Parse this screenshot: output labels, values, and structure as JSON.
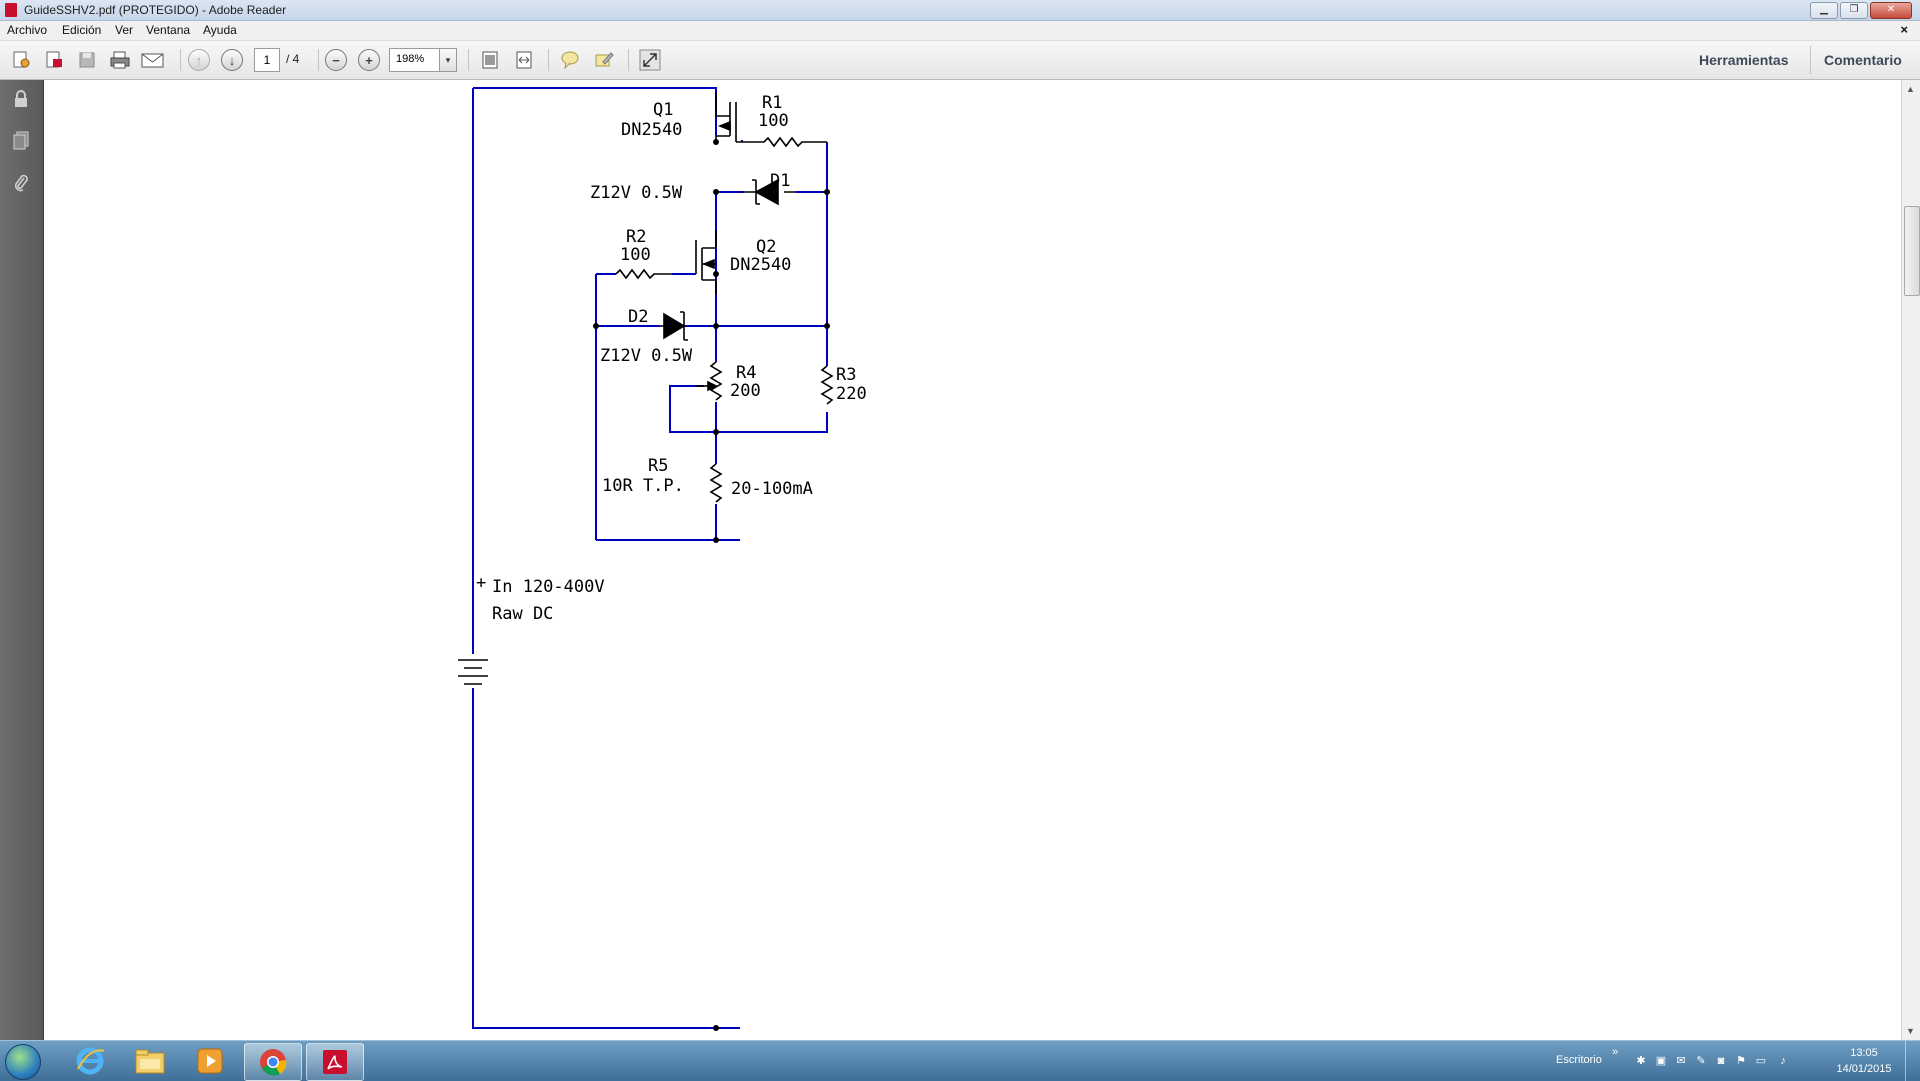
{
  "window": {
    "title": "GuideSSHV2.pdf (PROTEGIDO) - Adobe Reader"
  },
  "menu": {
    "items": [
      "Archivo",
      "Edición",
      "Ver",
      "Ventana",
      "Ayuda"
    ],
    "close": "×"
  },
  "toolbar": {
    "page_current": "1",
    "page_total": "/ 4",
    "zoom": "198%",
    "zoom_arrow": "▾",
    "links": [
      "Herramientas",
      "Comentario"
    ]
  },
  "circuit": {
    "q1_name": "Q1",
    "q1_part": "DN2540",
    "r1_name": "R1",
    "r1_value": "100",
    "d1_label": "Z12V 0.5W",
    "d1_name": "D1",
    "r2_name": "R2",
    "r2_value": "100",
    "q2_name": "Q2",
    "q2_part": "DN2540",
    "d2_name": "D2",
    "d2_label": "Z12V 0.5W",
    "r4_name": "R4",
    "r4_value": "200",
    "r3_name": "R3",
    "r3_value": "220",
    "r5_name": "R5",
    "r5_value": "10R T.P.",
    "current": "20-100mA",
    "input_plus": "+",
    "input_line1": "In 120-400V",
    "input_line2": "Raw DC"
  },
  "taskbar": {
    "tray_label": "Escritorio",
    "tray_chevron": "»",
    "time": "13:05",
    "date": "14/01/2015"
  },
  "colors": {
    "wire": "#0000c0",
    "taskbar": "#4f7fa8",
    "panel": "#646464"
  }
}
